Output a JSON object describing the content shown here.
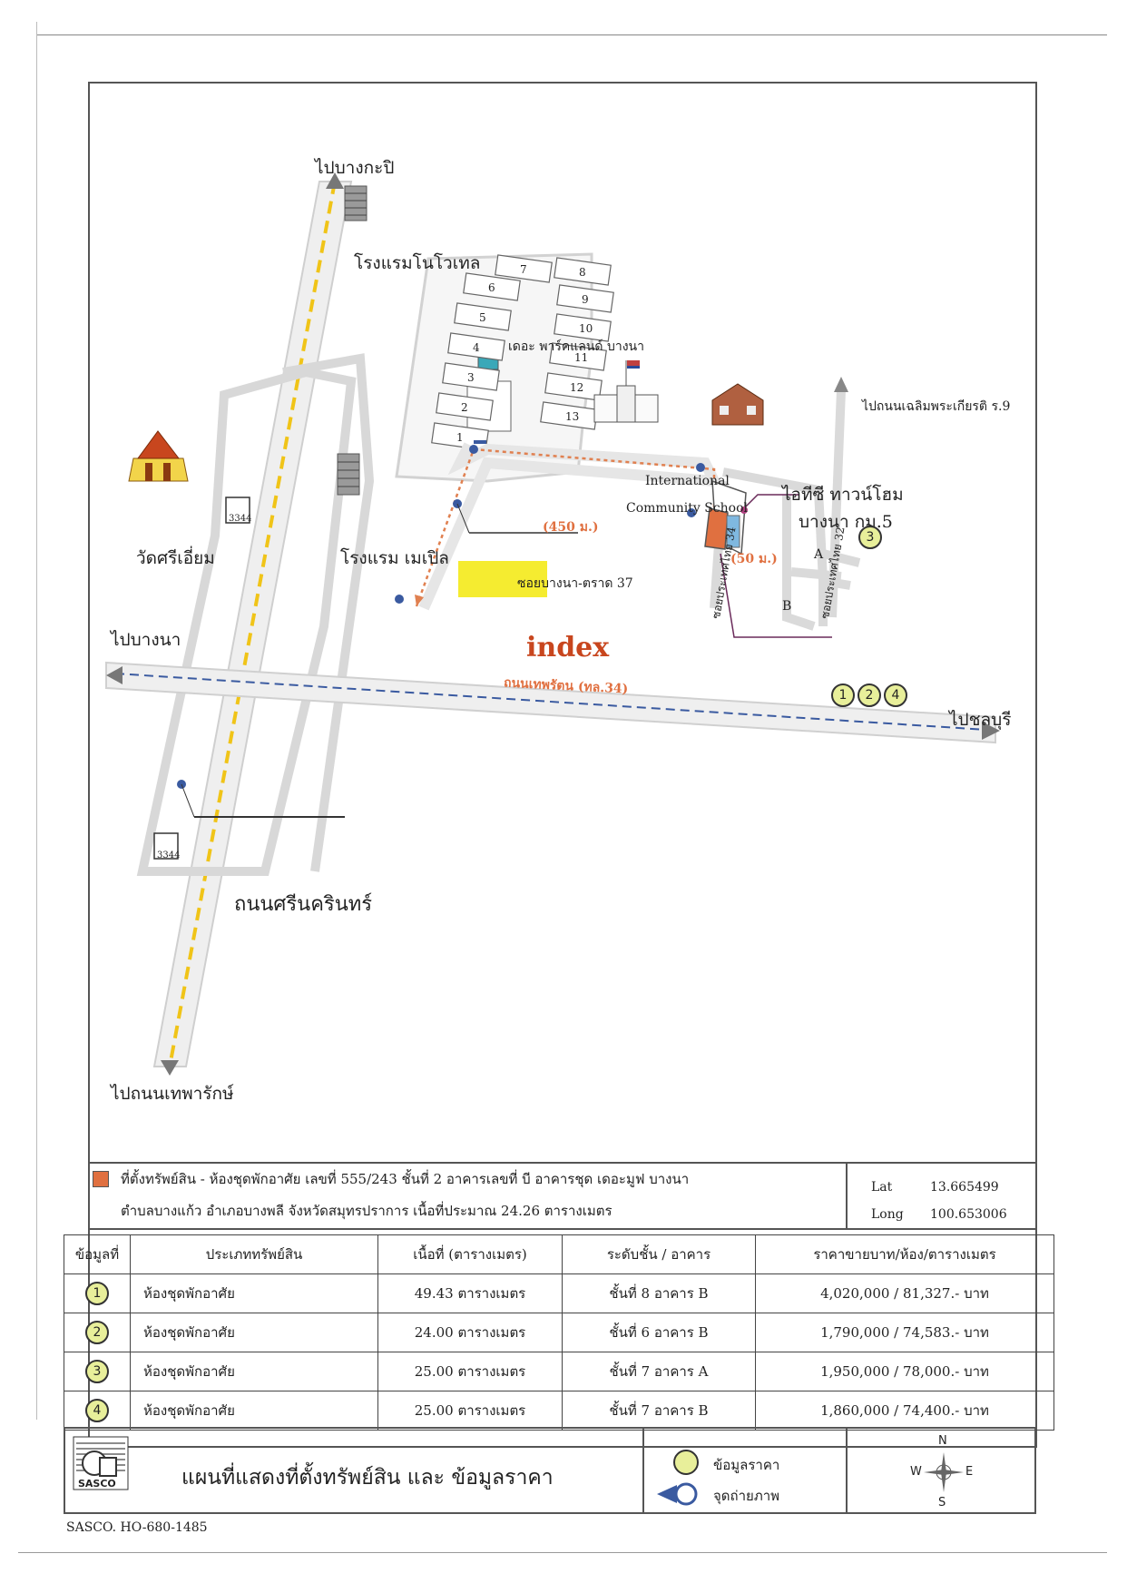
{
  "map": {
    "to_bangkapi": "ไปบางกะปิ",
    "novotel": "โรงแรมโนโวเทล",
    "condo_name": "เดอะ พาร์คแลนด์ บางนา",
    "to_chalerm": "ไปถนนเฉลิมพระเกียรติ ร.9",
    "wat": "วัดศรีเอี่ยม",
    "maple": "โรงแรม เมเปิล",
    "soi_bangna_trad": "ซอยบางนา-ตราด 37",
    "school_1": "International",
    "school_2": "Community School",
    "itc_1": "ไอทีซี ทาวน์โฮม",
    "itc_2": "บางนา กม.5",
    "dist_450": "(450 ม.)",
    "dist_50": "(50 ม.)",
    "to_bangna": "ไปบางนา",
    "index_logo": "index",
    "thepharak_road": "ถนนเทพรัตน (ทล.34)",
    "to_chonburi": "ไปชลบุรี",
    "srinakarin": "ถนนศรีนครินทร์",
    "to_thepharak": "ไปถนนเทพารักษ์",
    "route_number": "3344",
    "soi_34": "ซอยประเทศไทย 34",
    "soi_32": "ซอยประเทศไทย 32",
    "bldg_a": "A",
    "bldg_b": "B",
    "block_numbers": [
      "1",
      "2",
      "3",
      "4",
      "5",
      "6",
      "7",
      "8",
      "9",
      "10",
      "11",
      "12",
      "13"
    ],
    "markers": [
      "1",
      "2",
      "3",
      "4"
    ]
  },
  "info": {
    "location_text_1": "ที่ตั้งทรัพย์สิน - ห้องชุดพักอาศัย เลขที่ 555/243 ชั้นที่ 2 อาคารเลขที่ บี อาคารชุด เดอะมูฟ บางนา",
    "location_text_2": "ตำบลบางแก้ว อำเภอบางพลี จังหวัดสมุทรปราการ เนื้อที่ประมาณ 24.26 ตารางเมตร",
    "lat_label": "Lat",
    "lat_value": "13.665499",
    "long_label": "Long",
    "long_value": "100.653006"
  },
  "table": {
    "headers": [
      "ข้อมูลที่",
      "ประเภททรัพย์สิน",
      "เนื้อที่ (ตารางเมตร)",
      "ระดับชั้น / อาคาร",
      "ราคาขายบาท/ห้อง/ตารางเมตร"
    ],
    "rows": [
      {
        "no": "1",
        "type": "ห้องชุดพักอาศัย",
        "area": "49.43 ตารางเมตร",
        "floor": "ชั้นที่ 8 อาคาร B",
        "price": "4,020,000 / 81,327.- บาท"
      },
      {
        "no": "2",
        "type": "ห้องชุดพักอาศัย",
        "area": "24.00 ตารางเมตร",
        "floor": "ชั้นที่ 6 อาคาร B",
        "price": "1,790,000 / 74,583.- บาท"
      },
      {
        "no": "3",
        "type": "ห้องชุดพักอาศัย",
        "area": "25.00 ตารางเมตร",
        "floor": "ชั้นที่ 7 อาคาร A",
        "price": "1,950,000 / 78,000.- บาท"
      },
      {
        "no": "4",
        "type": "ห้องชุดพักอาศัย",
        "area": "25.00 ตารางเมตร",
        "floor": "ชั้นที่ 7 อาคาร B",
        "price": "1,860,000 / 74,400.- บาท"
      }
    ]
  },
  "footer": {
    "logo_text": "SASCO",
    "title": "แผนที่แสดงที่ตั้งทรัพย์สิน และ ข้อมูลราคา",
    "legend_price": "ข้อมูลราคา",
    "legend_photo": "จุดถ่ายภาพ",
    "compass_n": "N",
    "compass_s": "S",
    "compass_e": "E",
    "compass_w": "W",
    "doc_code": "SASCO. HO-680-1485"
  },
  "colors": {
    "subject": "#e07040",
    "marker_fill": "#e8ef9a",
    "route": "#e08050",
    "road_line": "#3a5aa0",
    "school_flag": "#c04040"
  }
}
